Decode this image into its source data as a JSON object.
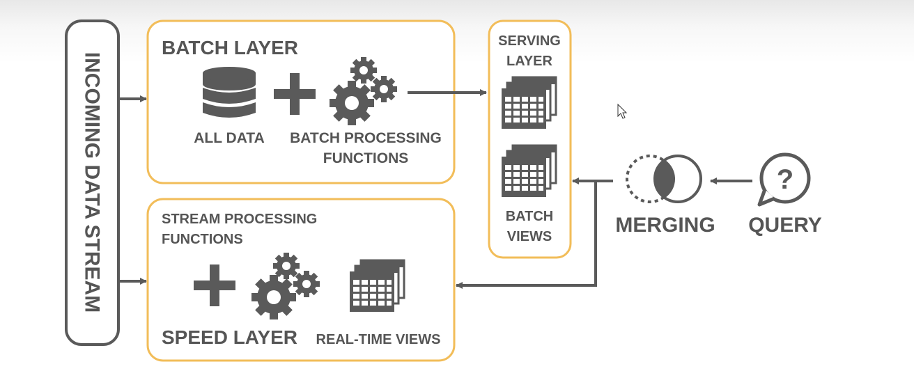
{
  "diagram": {
    "incoming": {
      "label": "INCOMING DATA STREAM"
    },
    "batch_layer": {
      "title": "BATCH LAYER",
      "all_data_label": "ALL DATA",
      "functions_label_line1": "BATCH PROCESSING",
      "functions_label_line2": "FUNCTIONS"
    },
    "speed_layer": {
      "functions_label_line1": "STREAM PROCESSING",
      "functions_label_line2": "FUNCTIONS",
      "title": "SPEED LAYER",
      "realtime_label": "REAL-TIME VIEWS"
    },
    "serving_layer": {
      "title_line1": "SERVING",
      "title_line2": "LAYER",
      "views_line1": "BATCH",
      "views_line2": "VIEWS"
    },
    "merging": {
      "label": "MERGING"
    },
    "query": {
      "label": "QUERY"
    },
    "colors": {
      "box_border": "#f2bd59",
      "text": "#555555",
      "icon": "#5a5a5a",
      "stream_border": "#5a5a5a"
    },
    "icons": [
      "database-icon",
      "plus-icon",
      "gears-icon",
      "table-icon",
      "merge-icon",
      "question-bubble-icon",
      "arrow-icon",
      "cursor-icon"
    ]
  }
}
